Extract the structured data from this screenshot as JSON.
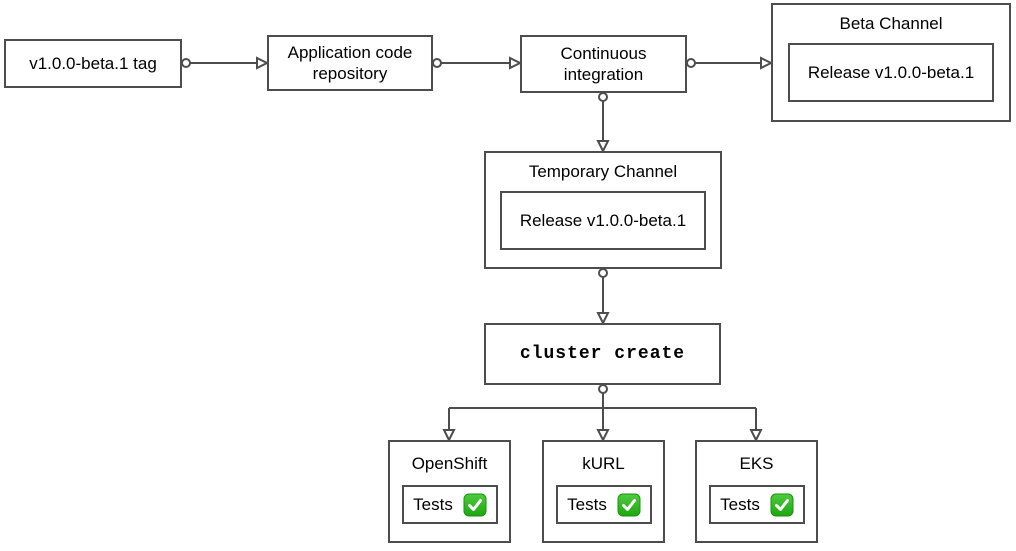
{
  "diagram": {
    "background": "#ffffff",
    "stroke_color": "#4d4d4d",
    "text_color": "#000000",
    "nodes": {
      "tag": {
        "label": "v1.0.0-beta.1 tag"
      },
      "app_repo": {
        "label": "Application code repository"
      },
      "ci": {
        "label": "Continuous integration"
      },
      "beta_channel": {
        "title": "Beta Channel",
        "release_label": "Release v1.0.0-beta.1"
      },
      "temp_channel": {
        "title": "Temporary Channel",
        "release_label": "Release v1.0.0-beta.1"
      },
      "cluster_create": {
        "label": "cluster create"
      },
      "openshift": {
        "title": "OpenShift",
        "tests_label": "Tests",
        "status_icon": "check-mark-green"
      },
      "kurl": {
        "title": "kURL",
        "tests_label": "Tests",
        "status_icon": "check-mark-green"
      },
      "eks": {
        "title": "EKS",
        "tests_label": "Tests",
        "status_icon": "check-mark-green"
      }
    },
    "status_colors": {
      "check_green_top": "#4fcb3f",
      "check_green_bottom": "#1da70f",
      "check_mark": "#ffffff"
    }
  }
}
